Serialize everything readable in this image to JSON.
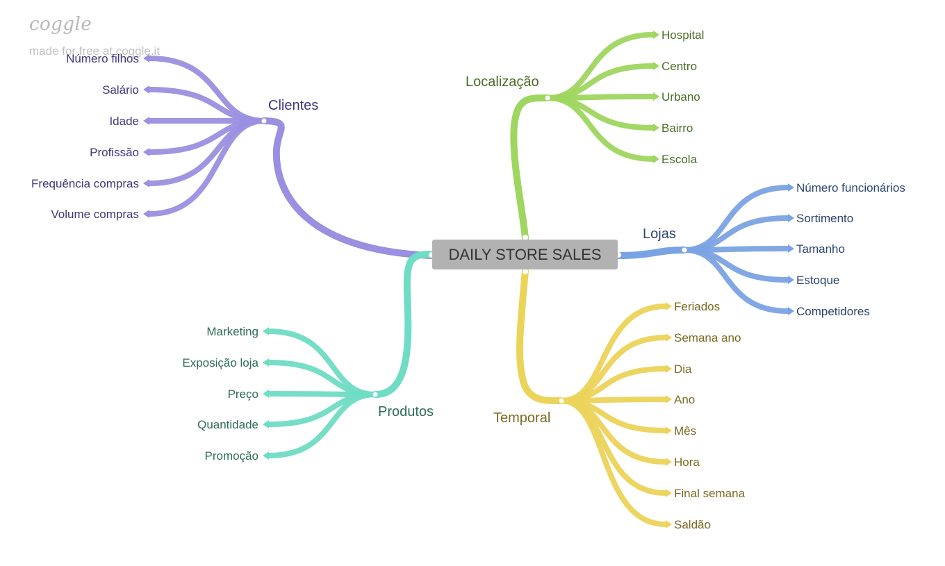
{
  "brand": "coggle",
  "credit": "made for free at coggle.it",
  "root": "DAILY STORE SALES",
  "branches": [
    {
      "key": "clientes",
      "label": "Clientes",
      "color": "#9a8fe0",
      "text_color": "#3f3479",
      "children": [
        "Número filhos",
        "Salário",
        "Idade",
        "Profissão",
        "Frequência compras",
        "Volume compras"
      ]
    },
    {
      "key": "produtos",
      "label": "Produtos",
      "color": "#6fdcc4",
      "text_color": "#2d6b5a",
      "children": [
        "Marketing",
        "Exposição loja",
        "Preço",
        "Quantidade",
        "Promoção"
      ]
    },
    {
      "key": "localizacao",
      "label": "Localização",
      "color": "#9ed65f",
      "text_color": "#4b6d27",
      "children": [
        "Hospital",
        "Centro",
        "Urbano",
        "Bairro",
        "Escola"
      ]
    },
    {
      "key": "lojas",
      "label": "Lojas",
      "color": "#7aa3e4",
      "text_color": "#2c4471",
      "children": [
        "Número funcionários",
        "Sortimento",
        "Tamanho",
        "Estoque",
        "Competidores"
      ]
    },
    {
      "key": "temporal",
      "label": "Temporal",
      "color": "#ecd35a",
      "text_color": "#7a6a20",
      "children": [
        "Feriados",
        "Semana ano",
        "Dia",
        "Ano",
        "Mês",
        "Hora",
        "Final semana",
        "Saldão"
      ]
    }
  ]
}
